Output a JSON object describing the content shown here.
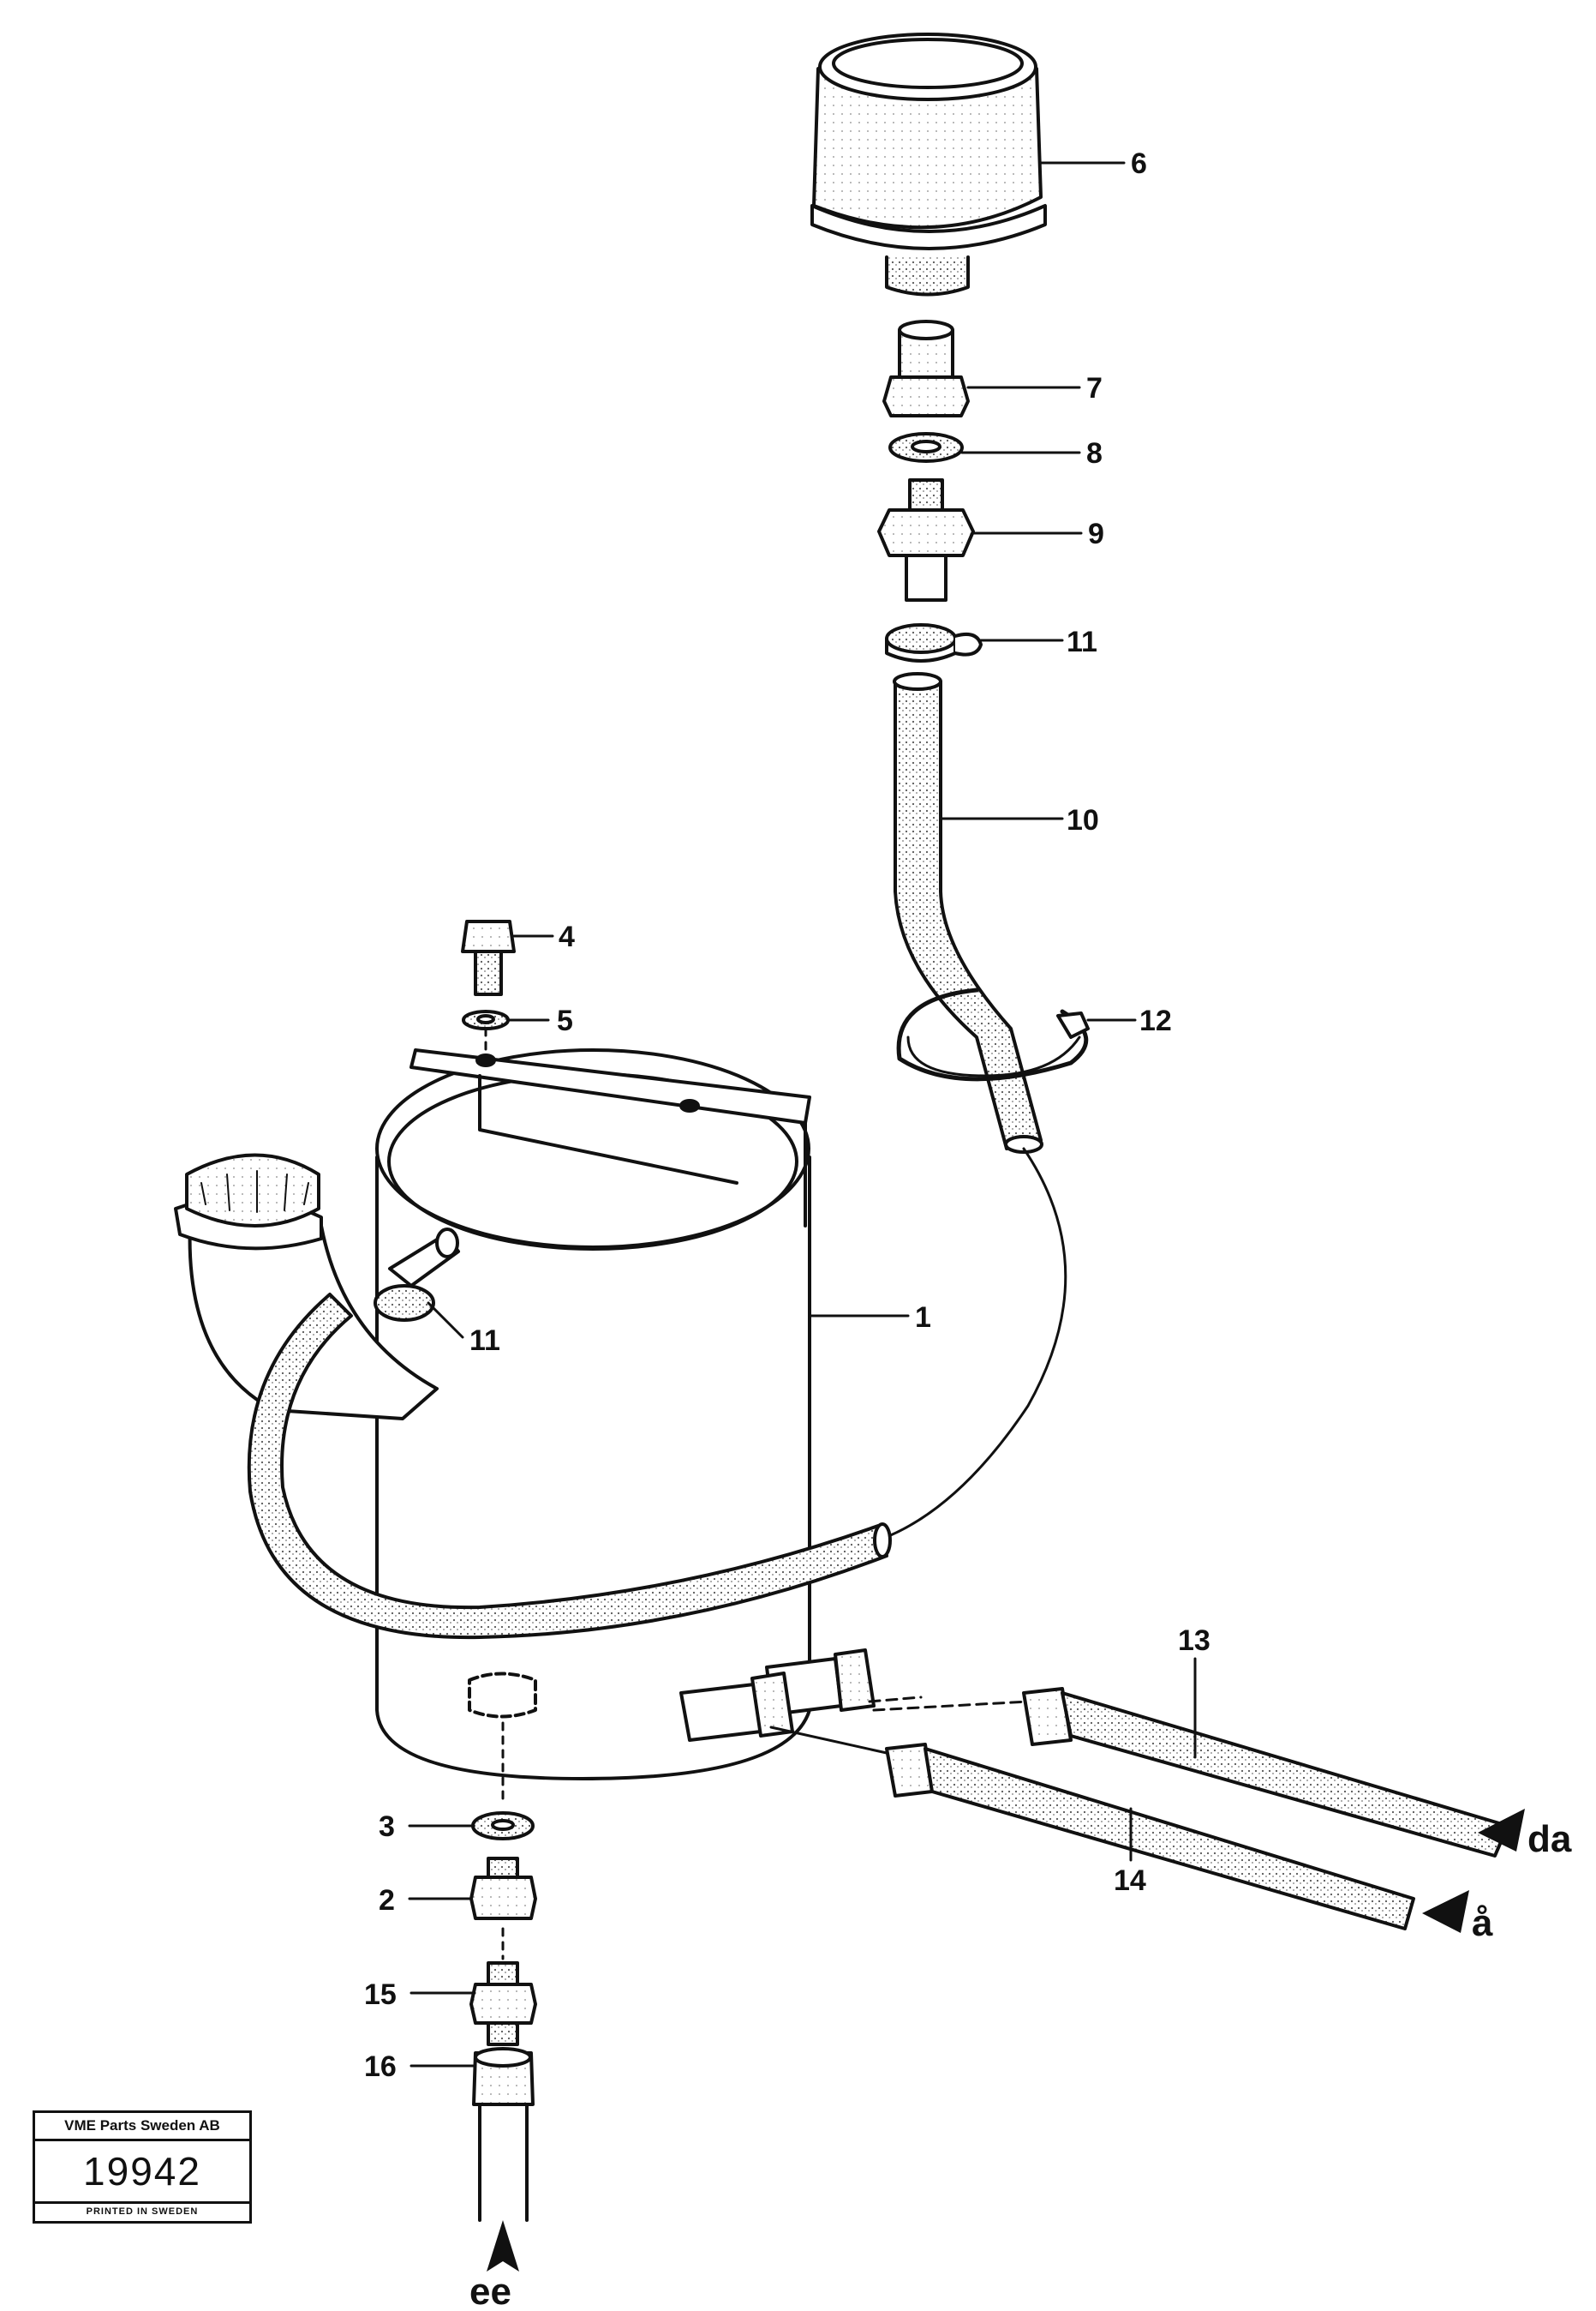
{
  "callouts": {
    "c1": "1",
    "c2": "2",
    "c3": "3",
    "c4": "4",
    "c5": "5",
    "c6": "6",
    "c7": "7",
    "c8": "8",
    "c9": "9",
    "c10": "10",
    "c11a": "11",
    "c11b": "11",
    "c12": "12",
    "c13": "13",
    "c14": "14",
    "c15": "15",
    "c16": "16"
  },
  "flow_labels": {
    "da": "da",
    "a": "å",
    "ee": "ee"
  },
  "stamp": {
    "company": "VME Parts Sweden AB",
    "number": "19942",
    "printed": "PRINTED IN SWEDEN"
  },
  "icons": {
    "air_filter": "air-filter-icon",
    "tank": "reservoir-tank-icon",
    "hose_clamp": "hose-clamp-icon",
    "flow_arrow": "flow-arrow-icon"
  }
}
